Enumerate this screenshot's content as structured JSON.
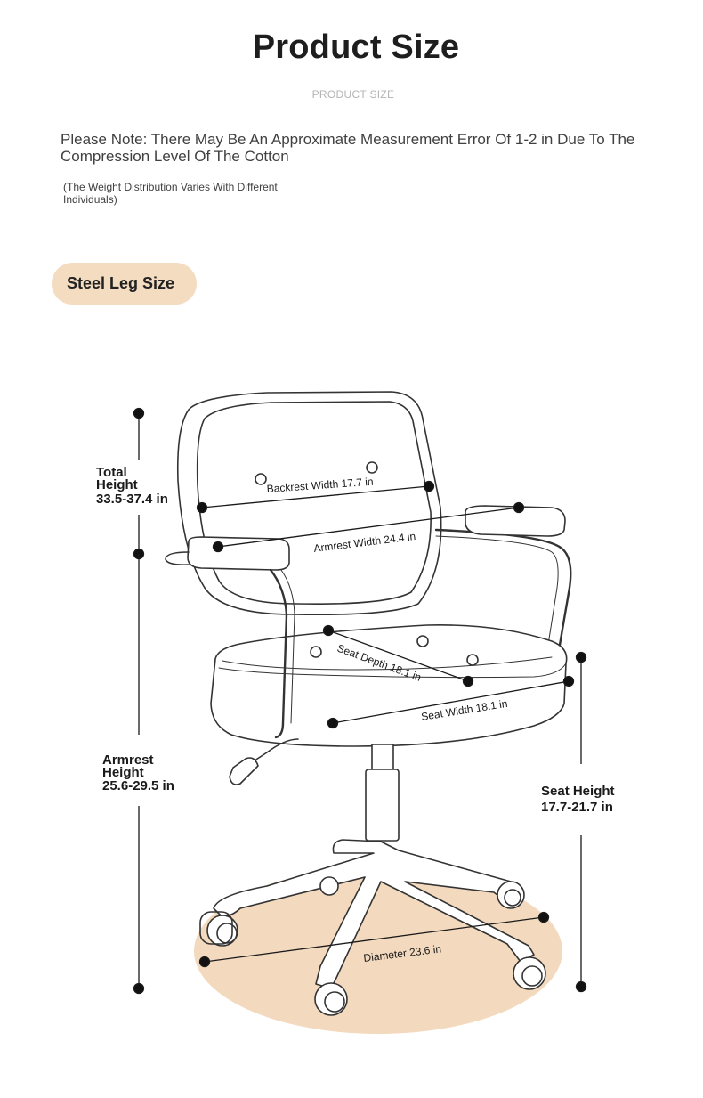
{
  "header": {
    "title": "Product Size",
    "subtitle": "PRODUCT SIZE"
  },
  "notes": {
    "main": "Please Note: There May Be An Approximate Measurement Error Of 1-2 in Due To The Compression Level Of The Cotton",
    "weight": "(The Weight Distribution Varies With Different Individuals)"
  },
  "section": {
    "label": "Steel Leg Size"
  },
  "measurements": {
    "total_height": {
      "label_line1": "Total",
      "label_line2": "Height",
      "value": "33.5-37.4 in"
    },
    "armrest_height": {
      "label_line1": "Armrest",
      "label_line2": "Height",
      "value": "25.6-29.5 in"
    },
    "seat_height": {
      "label": "Seat Height",
      "value": "17.7-21.7 in"
    },
    "backrest_width": "Backrest Width 17.7 in",
    "armrest_width": "Armrest Width 24.4 in",
    "seat_depth": "Seat Depth 18.1 in",
    "seat_width": "Seat Width 18.1 in",
    "diameter": "Diameter 23.6 in"
  },
  "colors": {
    "accent": "#f4dcc1",
    "floor": "#f3d9bd",
    "line": "#111111"
  }
}
